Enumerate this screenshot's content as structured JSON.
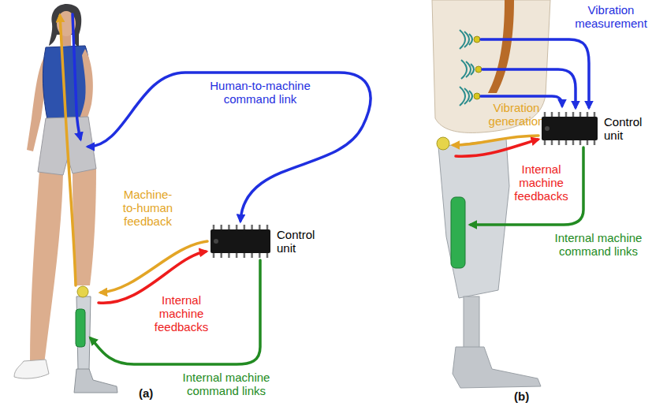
{
  "diagram": {
    "nodes": [
      {
        "text": [
          "Control unit"
        ]
      },
      {
        "text": [
          "Control unit"
        ]
      }
    ],
    "labels": [
      "Human-to-machine command link",
      "Machine-to-human feedback",
      "Internal machine feedbacks",
      "Internal machine command links",
      "(a)",
      "Vibration measurement",
      "Vibration generation",
      "Internal machine feedbacks",
      "Internal machine command links",
      "(b)"
    ]
  }
}
